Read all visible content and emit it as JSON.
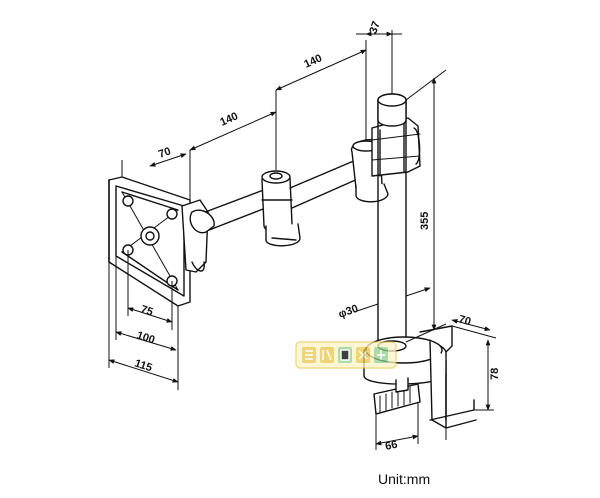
{
  "dimensions": {
    "arm_offset": "70",
    "arm_segment_1": "140",
    "arm_segment_2": "140",
    "pole_offset": "37",
    "pole_height": "355",
    "pole_diameter": "φ30",
    "vesa_hole": "75",
    "plate_inner": "100",
    "plate_outer": "115",
    "clamp_depth": "70",
    "clamp_height": "78",
    "clamp_width": "66"
  },
  "unit_label": "Unit:mm",
  "watermark_color": "#e8c84a",
  "line_color": "#111111"
}
